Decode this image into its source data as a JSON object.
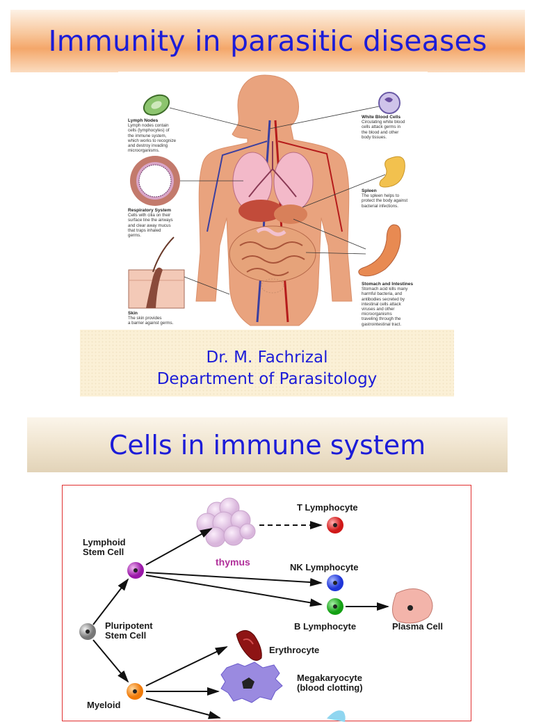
{
  "slide1": {
    "title": "Immunity in parasitic diseases",
    "anatomy_labels": {
      "lymph_title": "Lymph Nodes",
      "lymph_text": "Lymph nodes contain\ncells (lymphocytes) of\nthe immune system,\nwhich works to recognize\nand destroy invading\nmicroorganisms.",
      "respiratory_title": "Respiratory System",
      "respiratory_text": "Cells with cilia on their\nsurface line the airways\nand clear away mucus\nthat traps inhaled\ngerms.",
      "skin_title": "Skin",
      "skin_text": "The skin provides\na barrier against germs.",
      "wbc_title": "White Blood Cells",
      "wbc_text": "Circulating white blood\ncells attack germs in\nthe blood and other\nbody tissues.",
      "spleen_title": "Spleen",
      "spleen_text": "The spleen helps to\nprotect the body against\nbacterial infections.",
      "stomach_title": "Stomach and Intestines",
      "stomach_text": "Stomach acid kills many\nharmful bacteria, and\nantibodies secreted by\nintestinal cells attack\nviruses and other\nmicroorganisms\ntraveling through the\ngastrointestinal tract."
    },
    "author": "Dr. M. Fachrizal",
    "department": "Department of Parasitology"
  },
  "slide2": {
    "title": "Cells in immune system",
    "diagram": {
      "t_lymphocyte": "T Lymphocyte",
      "lymphoid_stem_cell": "Lymphoid\nStem Cell",
      "thymus": "thymus",
      "nk_lymphocyte": "NK Lymphocyte",
      "b_lymphocyte": "B Lymphocyte",
      "plasma_cell": "Plasma Cell",
      "pluripotent_stem_cell": "Pluripotent\nStem Cell",
      "erythrocyte": "Erythrocyte",
      "megakaryocyte": "Megakaryocyte\n(blood clotting)",
      "myeloid": "Myeloid"
    }
  },
  "colors": {
    "title_blue": "#1c1cd8",
    "banner_orange": "#f4a76a",
    "box_border_red": "#e03030",
    "thymus_magenta": "#b0309a"
  }
}
